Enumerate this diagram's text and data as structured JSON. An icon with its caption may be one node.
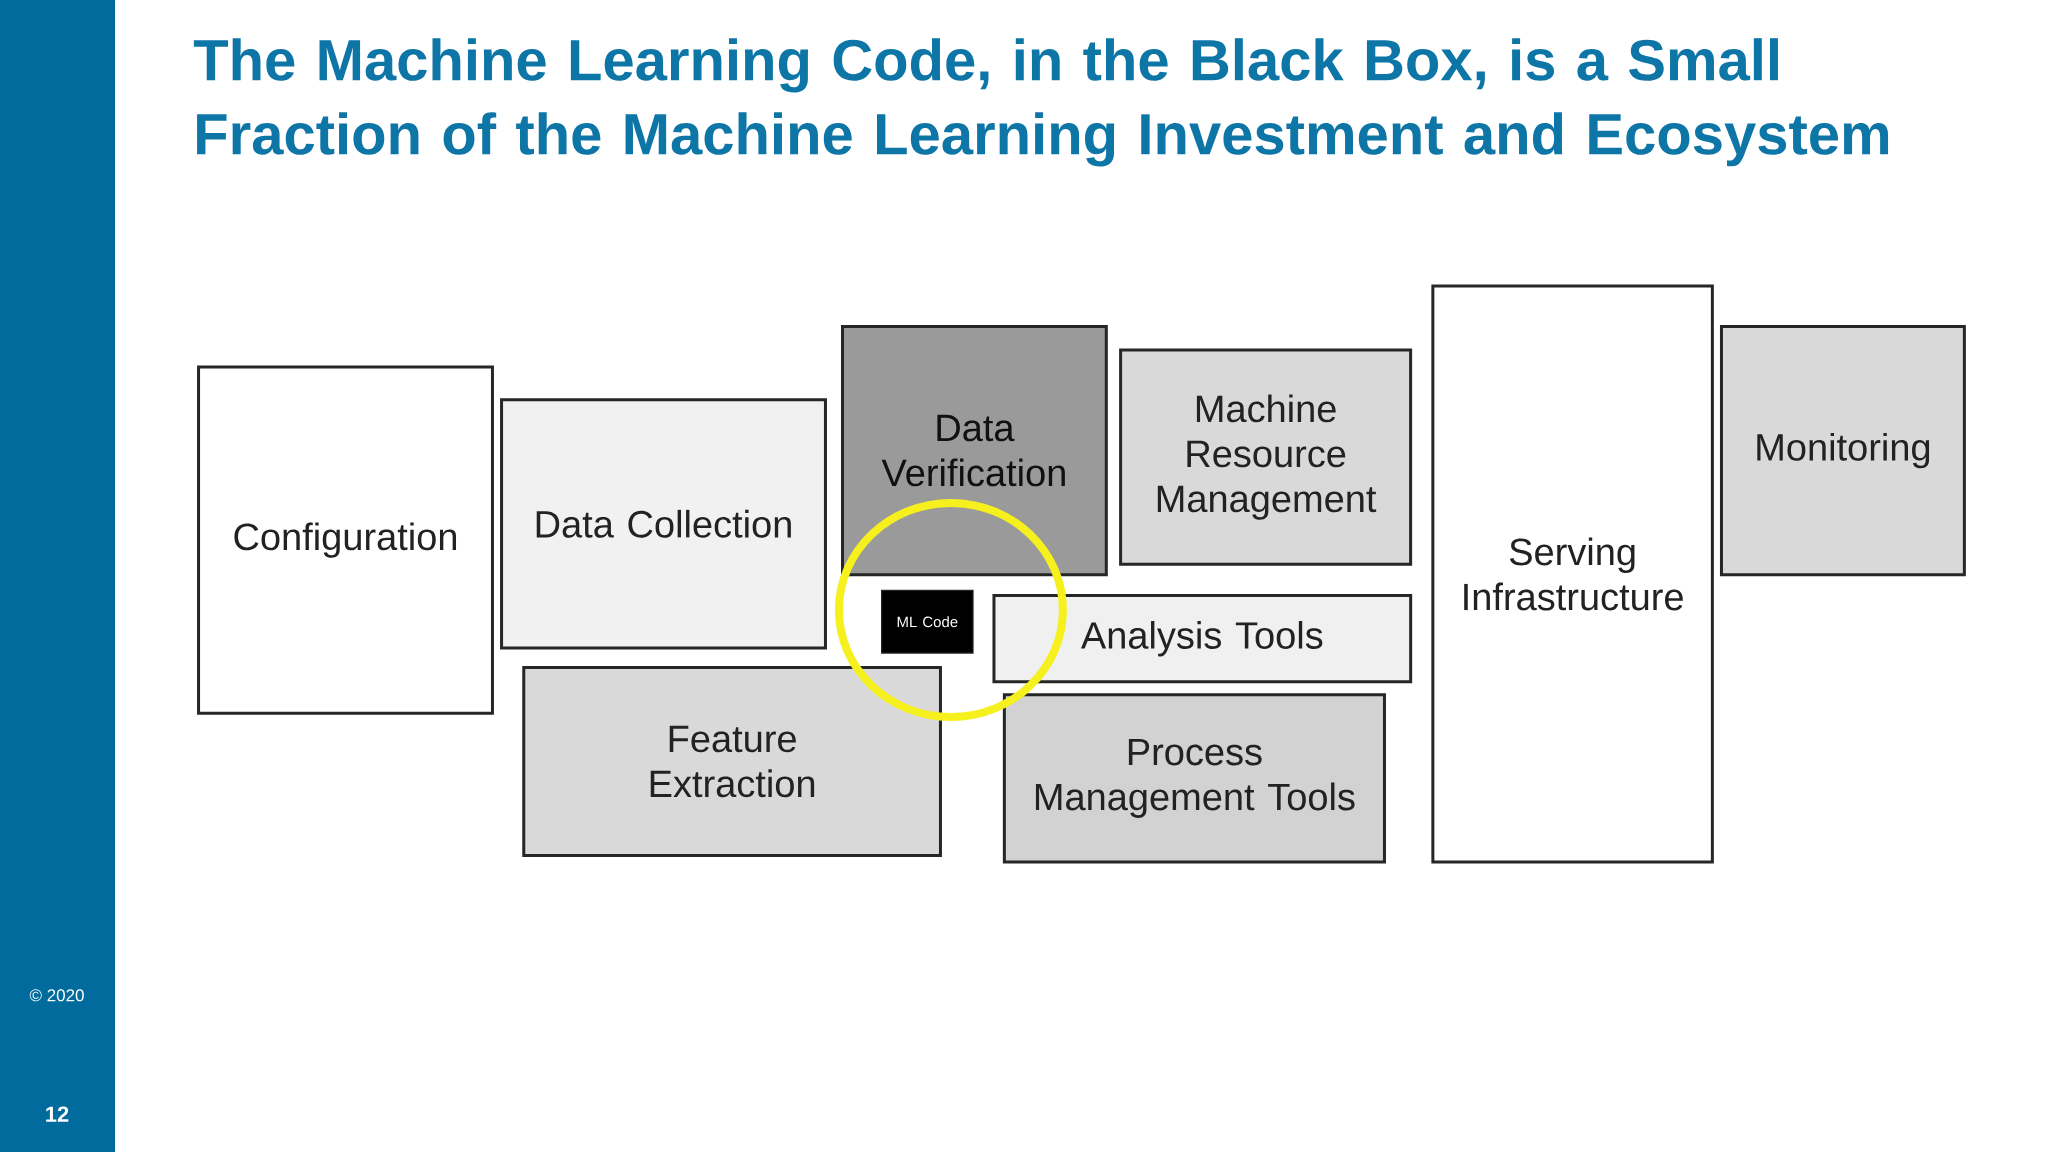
{
  "diagram": {
    "title": "The Machine Learning Code, in the Black Box, is a Small Fraction of the Machine Learning Investment and Ecosystem",
    "nodes": [
      {
        "text": [
          "Configuration"
        ]
      },
      {
        "text": [
          "Data Collection"
        ]
      },
      {
        "text": [
          "Data Verification"
        ]
      },
      {
        "text": [
          "Machine Resource Management"
        ]
      },
      {
        "text": [
          "Serving Infrastructure"
        ]
      },
      {
        "text": [
          "Monitoring"
        ]
      },
      {
        "text": [
          "ML Code"
        ]
      },
      {
        "text": [
          "Analysis Tools"
        ]
      },
      {
        "text": [
          "Feature Extraction"
        ]
      },
      {
        "text": [
          "Process Management Tools"
        ]
      }
    ],
    "labels": [
      "© 2020",
      "12"
    ]
  }
}
